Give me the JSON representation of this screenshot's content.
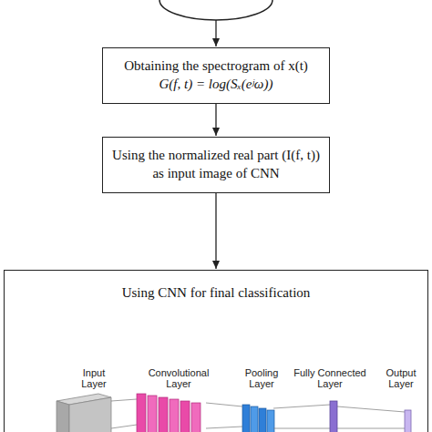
{
  "diagram": {
    "nodes": [
      {
        "text": [
          "Obtaining the spectrogram of x(t)",
          "G(f, t) = log(Sₓ(eʲω))"
        ]
      },
      {
        "text": [
          "Using the normalized real part (I(f, t)) as input image of CNN"
        ]
      },
      {
        "text": [
          "Using CNN for final classification"
        ]
      }
    ],
    "edges": [
      {
        "from": 0,
        "to": 1,
        "arrow": "to"
      },
      {
        "from": 1,
        "to": 2,
        "arrow": "to"
      }
    ],
    "labels": [
      "Input Layer",
      "Convolutional Layer",
      "Pooling Layer",
      "Fully Connected Layer",
      "Output Layer"
    ]
  }
}
